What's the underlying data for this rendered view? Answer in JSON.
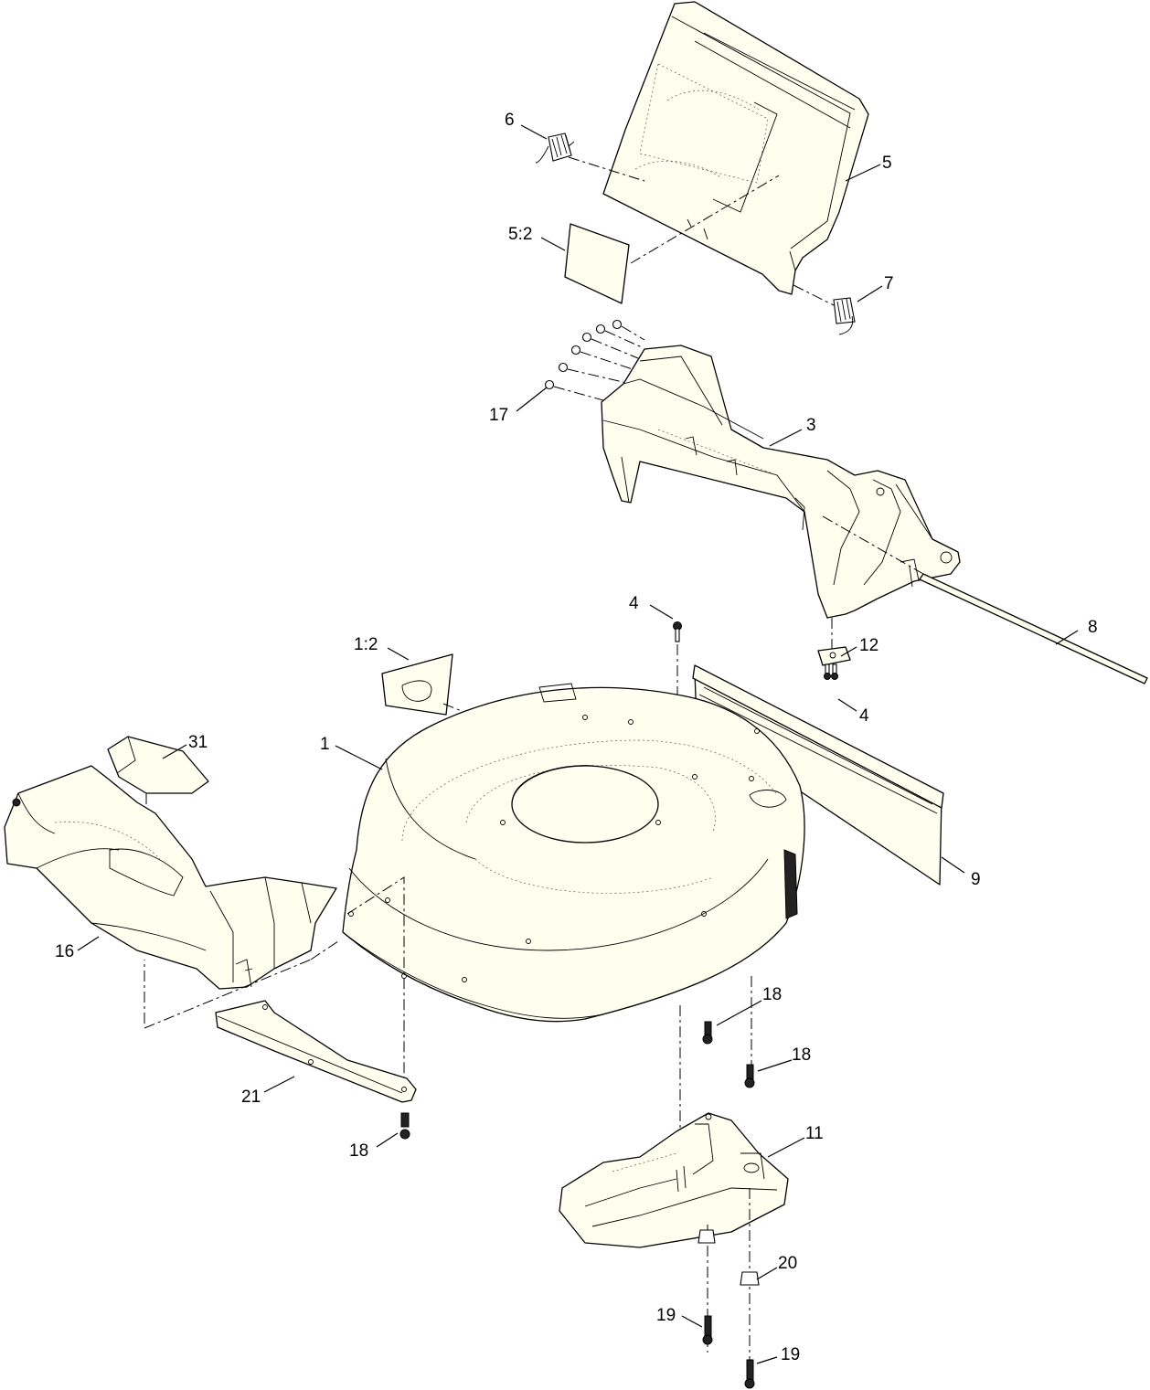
{
  "callouts": {
    "c1": "1",
    "c1_2": "1:2",
    "c3": "3",
    "c4a": "4",
    "c4b": "4",
    "c5": "5",
    "c5_2": "5:2",
    "c6": "6",
    "c7": "7",
    "c8": "8",
    "c9": "9",
    "c11": "11",
    "c12": "12",
    "c16": "16",
    "c17": "17",
    "c18a": "18",
    "c18b": "18",
    "c18c": "18",
    "c19a": "19",
    "c19b": "19",
    "c20": "20",
    "c21": "21",
    "c31": "31"
  }
}
